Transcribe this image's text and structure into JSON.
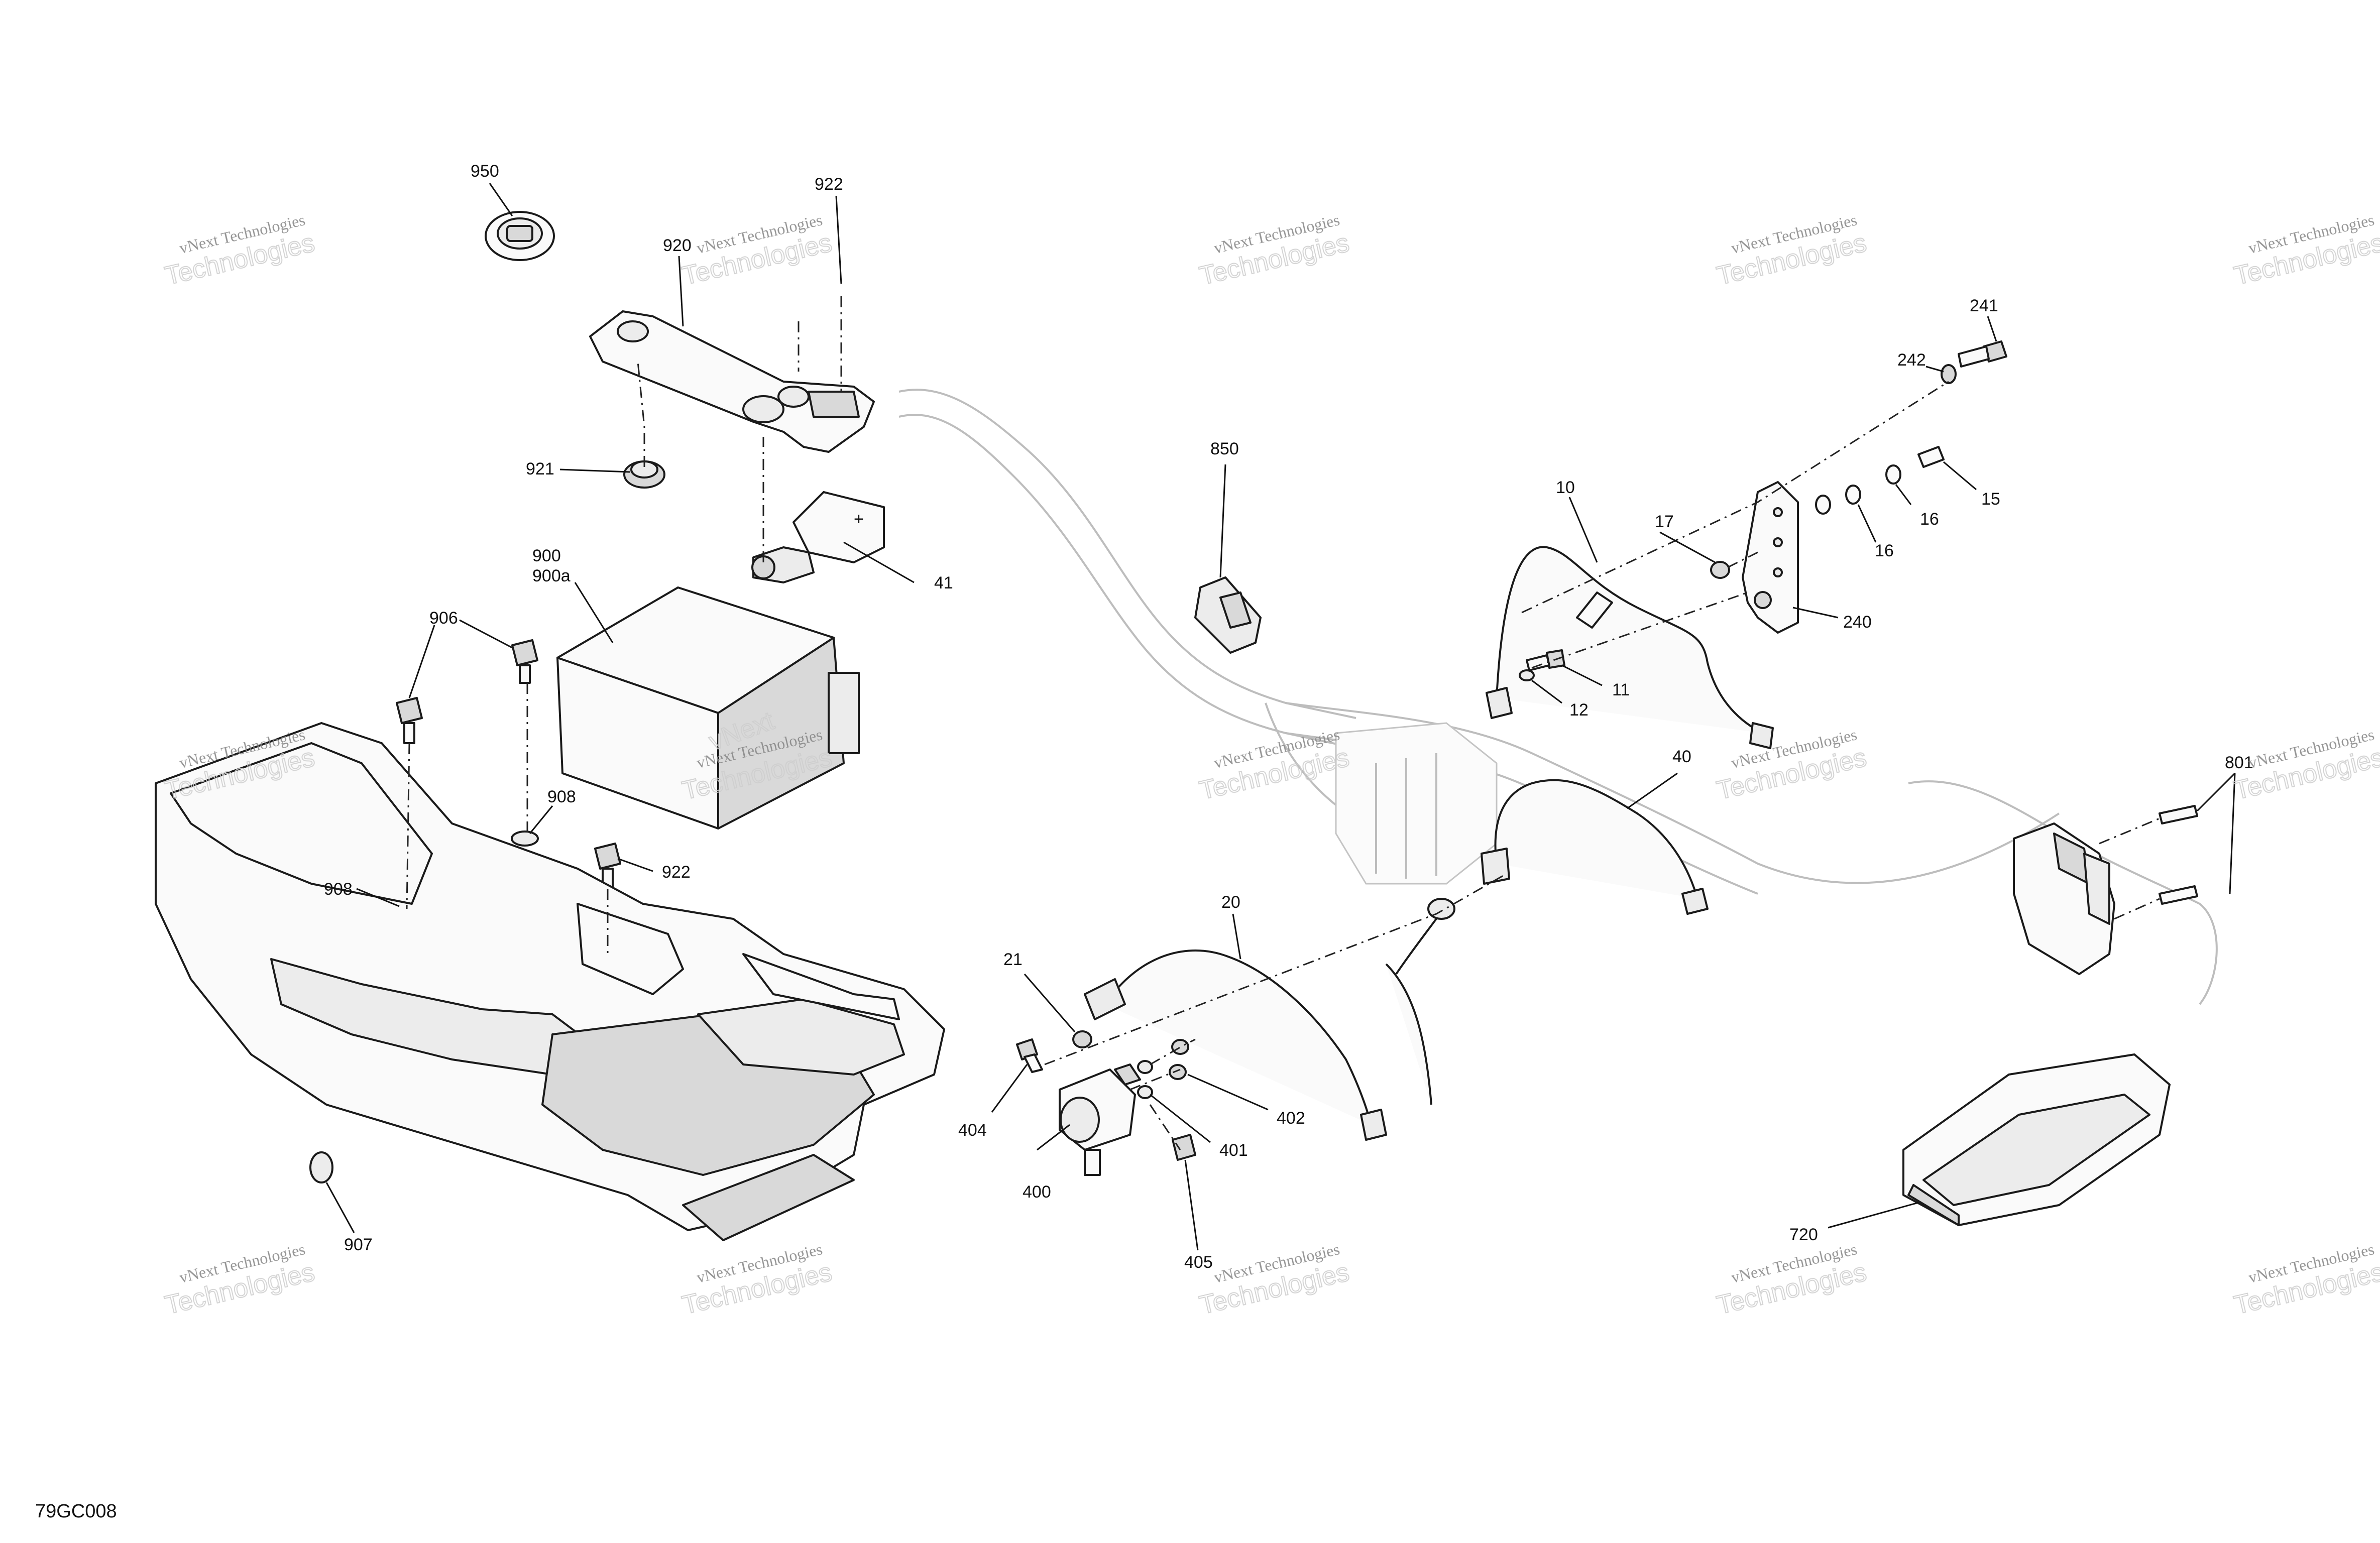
{
  "drawing": {
    "reference_code": "79GC008"
  },
  "watermark": {
    "line1": "vNext Technologies",
    "line2": "Technologies",
    "overlay": "vNext"
  },
  "callouts": {
    "c950": "950",
    "c922a": "922",
    "c920": "920",
    "c921": "921",
    "c41": "41",
    "c900": "900",
    "c900a": "900a",
    "c906": "906",
    "c908a": "908",
    "c908b": "908",
    "c922b": "922",
    "c907": "907",
    "c850": "850",
    "c10": "10",
    "c17": "17",
    "c11": "11",
    "c12": "12",
    "c241": "241",
    "c242": "242",
    "c15": "15",
    "c16a": "16",
    "c16b": "16",
    "c240": "240",
    "c40": "40",
    "c20": "20",
    "c21": "21",
    "c404": "404",
    "c400": "400",
    "c402": "402",
    "c401": "401",
    "c405": "405",
    "c801": "801",
    "c720": "720"
  }
}
